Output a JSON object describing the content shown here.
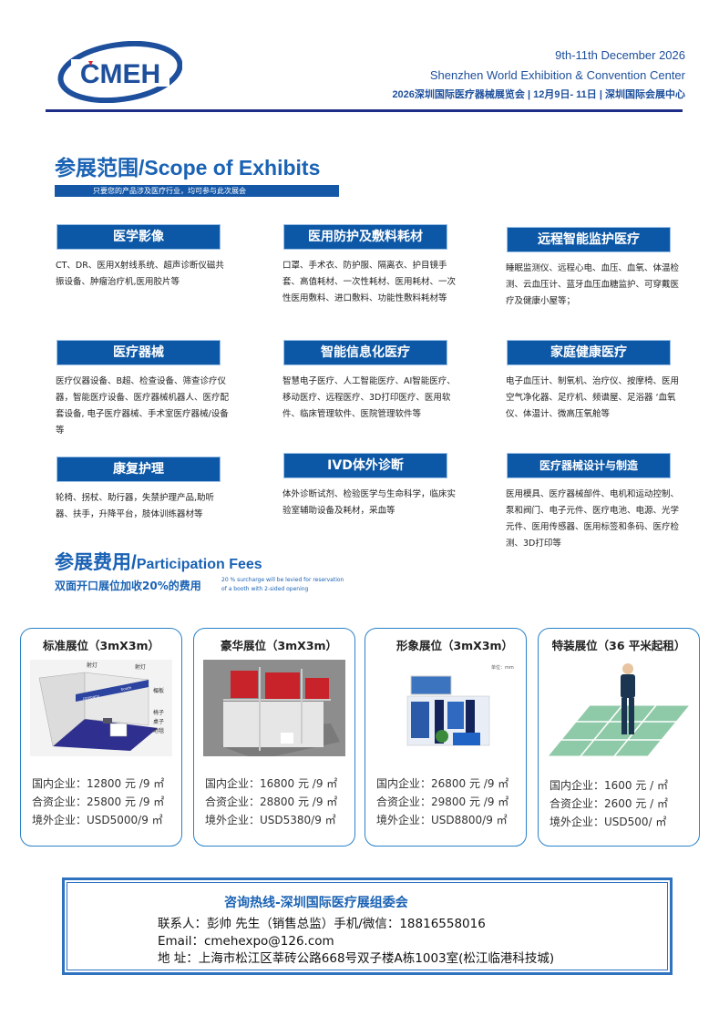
{
  "header": {
    "logo_text": "CMEH",
    "date_en": "9th-11th December 2026",
    "venue_en": "Shenzhen World Exhibition & Convention Center",
    "event_cn": "2026深圳国际医疗器械展览会 | 12月9日- 11日 | 深圳国际会展中心"
  },
  "scope": {
    "title": "参展范围/Scope of Exhibits",
    "subtitle": "只要您的产品涉及医疗行业，均可参与此次展会",
    "categories": [
      {
        "title": "医学影像",
        "desc": "CT、DR、医用X射线系统、超声诊断仪磁共振设备、肿瘤治疗机,医用胶片等"
      },
      {
        "title": "医用防护及敷料耗材",
        "desc": "口罩、手术衣、防护服、隔离衣、护目镜手套、高值耗材、一次性耗材、医用耗材、一次性医用敷料、进口敷料、功能性敷料耗材等"
      },
      {
        "title": "远程智能监护医疗",
        "desc": "睡眠监测仪、远程心电、血压、血氧、体温检测、云血压计、蓝牙血压血糖监护、可穿戴医疗及健康小屋等；"
      },
      {
        "title": "医疗器械",
        "desc": "医疗仪器设备、B超、检查设备、筛查诊疗仪器，智能医疗设备、医疗器械机器人、医疗配套设备, 电子医疗器械、手术室医疗器械/设备等"
      },
      {
        "title": "智能信息化医疗",
        "desc": "智慧电子医疗、人工智能医疗、AI智能医疗、移动医疗、远程医疗、3D打印医疗、医用软件、临床管理软件、医院管理软件等"
      },
      {
        "title": "家庭健康医疗",
        "desc": "电子血压计、制氧机、治疗仪、按摩椅、医用空气净化器、足疗机、频谱屋、足浴器 ‘血氧仪、体温计、微高压氧舱等"
      },
      {
        "title": "康复护理",
        "desc": "轮椅、拐杖、助行器，失禁护理产品,助听器、扶手，升降平台，肢体训练器材等"
      },
      {
        "title": "IVD体外诊断",
        "desc": "体外诊断试剂、检验医学与生命科学，临床实验室辅助设备及耗材，采血等"
      },
      {
        "title": "医疗器械设计与制造",
        "desc": "医用模具、医疗器械部件、电机和运动控制、泵和阀门、电子元件、医疗电池、电源、光学元件、医用传感器、医用标签和条码、医疗检测、3D打印等"
      }
    ]
  },
  "fees": {
    "title_cn": "参展费用/",
    "title_en": "Participation Fees",
    "surcharge_cn": "双面开口展位加收20%的费用",
    "surcharge_en_1": "20 % surcharge will be levied for reservation",
    "surcharge_en_2": "of a booth with 2-sided opening",
    "booths": [
      {
        "title": "标准展位（3mX3m）",
        "labels": [
          "射灯",
          "射灯",
          "楣板",
          "椅子",
          "桌子",
          "地毯",
          "company",
          "booth"
        ],
        "prices": [
          "国内企业：12800 元 /9 ㎡",
          "合资企业：25800 元 /9 ㎡",
          "境外企业：USD5000/9 ㎡"
        ]
      },
      {
        "title": "豪华展位（3mX3m）",
        "prices": [
          "国内企业：16800 元 /9 ㎡",
          "合资企业：28800 元 /9 ㎡",
          "境外企业：USD5380/9 ㎡"
        ]
      },
      {
        "title": "形象展位（3mX3m）",
        "unit": "单位：mm",
        "prices": [
          "国内企业：26800 元 /9 ㎡",
          "合资企业：29800 元 /9 ㎡",
          "境外企业：USD8800/9 ㎡"
        ]
      },
      {
        "title": "特装展位（36 平米起租）",
        "prices": [
          "国内企业：1600 元 / ㎡",
          "合资企业：2600 元 / ㎡",
          "境外企业：USD500/ ㎡"
        ]
      }
    ]
  },
  "contact": {
    "title": "咨询热线-深圳国际医疗展组委会",
    "person": "联系人：彭帅 先生（销售总监）手机/微信：18816558016",
    "email": "Email：cmehexpo@126.com",
    "address": "地  址：上海市松江区莘砖公路668号双子楼A栋1003室(松江临港科技城)"
  },
  "colors": {
    "brand_blue": "#0d58a6",
    "rule": "#1e2d88",
    "title_blue": "#1a62b4",
    "red": "#b8222a"
  }
}
